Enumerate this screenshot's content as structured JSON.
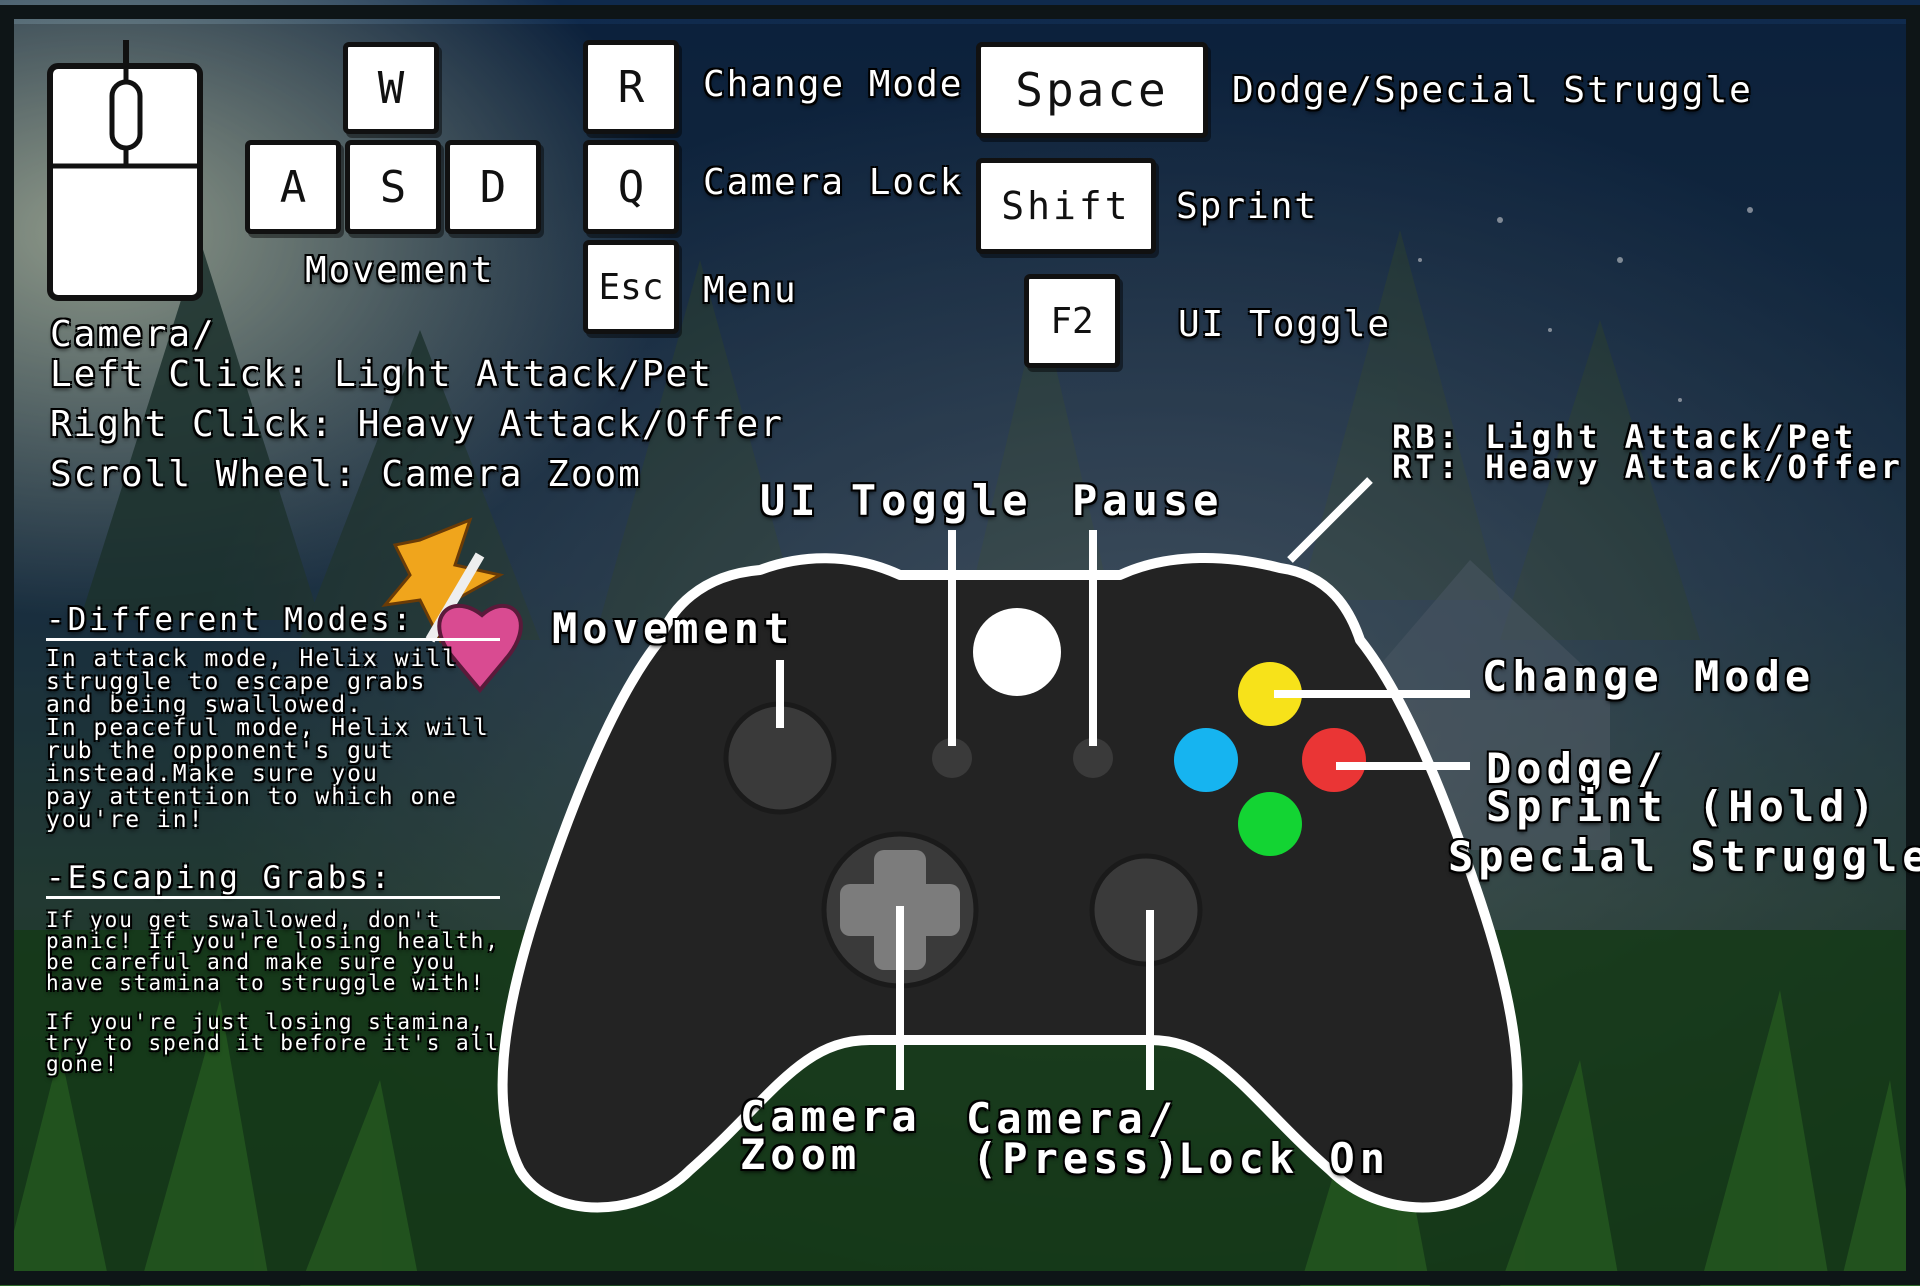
{
  "colors": {
    "button_y": "#f7e21a",
    "button_x": "#16b4f0",
    "button_b": "#ea3535",
    "button_a": "#13d433",
    "controller_body": "#232323",
    "frame": "#0e1517"
  },
  "keyboard": {
    "keys": {
      "w": "W",
      "a": "A",
      "s": "S",
      "d": "D",
      "r": "R",
      "q": "Q",
      "esc": "Esc",
      "space": "Space",
      "shift": "Shift",
      "f2": "F2"
    },
    "movement_label": "Movement",
    "change_mode_label": "Change Mode",
    "camera_lock_label": "Camera Lock",
    "menu_label": "Menu",
    "dodge_label": "Dodge/Special Struggle",
    "sprint_label": "Sprint",
    "ui_toggle_label": "UI Toggle"
  },
  "mouse": {
    "camera_line": "Camera/",
    "left_click_line": "Left Click: Light Attack/Pet",
    "right_click_line": "Right Click: Heavy Attack/Offer",
    "scroll_line": "Scroll Wheel: Camera Zoom"
  },
  "tips": {
    "modes_heading": "-Different Modes:",
    "modes_body": "In attack mode, Helix will\nstruggle to escape grabs\nand being swallowed.\nIn peaceful mode, Helix will\nrub the opponent's gut\ninstead.Make sure you\npay attention to which one\nyou're in!",
    "grabs_heading": "-Escaping Grabs:",
    "grabs_body_1": "If you get swallowed, don't\npanic! If you're losing health,\nbe careful and make sure you\nhave stamina to struggle with!",
    "grabs_body_2": "If you're just losing stamina,\ntry to spend it before it's all\ngone!"
  },
  "controller": {
    "rb_line": "RB: Light Attack/Pet",
    "rt_line": "RT: Heavy Attack/Offer",
    "ui_toggle": "UI Toggle",
    "pause": "Pause",
    "movement": "Movement",
    "change_mode": "Change Mode",
    "dodge_line1": "Dodge/",
    "dodge_line2": "Sprint (Hold)",
    "special_struggle": "Special Struggle",
    "camera_zoom_line1": "Camera",
    "camera_zoom_line2": "Zoom",
    "camera_right_line1": "Camera/",
    "camera_right_line2": "(Press)",
    "lock_on": "Lock On"
  }
}
